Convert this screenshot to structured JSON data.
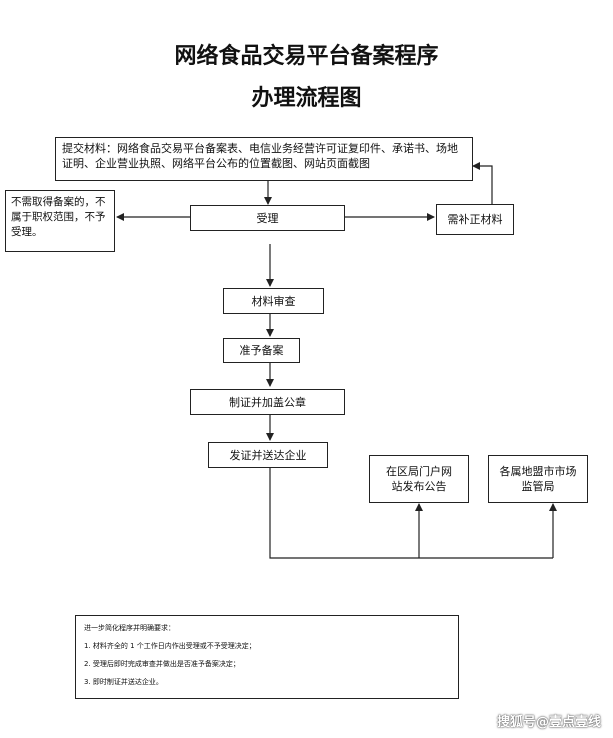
{
  "title": {
    "line1": "网络食品交易平台备案程序",
    "line2": "办理流程图"
  },
  "boxes": {
    "submit": "提交材料：网络食品交易平台备案表、电信业务经营许可证复印件、承诺书、场地证明、企业营业执照、网络平台公布的位置截图、网站页面截图",
    "reject": "不需取得备案的，不属于职权范围，不予受理。",
    "accept": "受理",
    "supplement": "需补正材料",
    "review": "材料审查",
    "approve": "准予备案",
    "certificate": "制证并加盖公章",
    "deliver": "发证并送达企业",
    "publish": "在区局门户网站发布公告",
    "market": "各属地盟市市场监管局"
  },
  "notes": {
    "heading": "进一步简化程序并明确要求：",
    "items": [
      "1. 材料齐全的 1 个工作日内作出受理或不予受理决定；",
      "2. 受理后即时完成审查并做出是否准予备案决定；",
      "3. 即时制证并送达企业。"
    ]
  },
  "watermark": "搜狐号@壹点壹线"
}
